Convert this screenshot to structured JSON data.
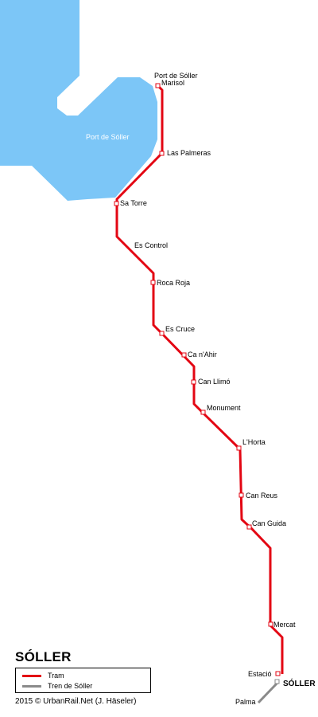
{
  "map": {
    "title": "SÓLLER",
    "water_label": "Port de Sóller",
    "terminal_label": "SÓLLER",
    "branch_destination": "Palma",
    "credit": "2015 © UrbanRail.Net (J. Häseler)",
    "colors": {
      "water": "#7cc6f7",
      "tram": "#e30613",
      "train": "#8a8a8a"
    }
  },
  "stations": [
    {
      "name_line1": "Port de Sóller",
      "name_line2": "Marisol"
    },
    {
      "name": "Las Palmeras"
    },
    {
      "name": "Sa Torre"
    },
    {
      "name": "Es Control"
    },
    {
      "name": "Roca Roja"
    },
    {
      "name": "Es Cruce"
    },
    {
      "name": "Ca n'Ahir"
    },
    {
      "name": "Can Llimó"
    },
    {
      "name": "Monument"
    },
    {
      "name": "L'Horta"
    },
    {
      "name": "Can Reus"
    },
    {
      "name": "Can Guida"
    },
    {
      "name": "Mercat"
    },
    {
      "name": "Estació"
    }
  ],
  "legend": [
    {
      "label": "Tram",
      "color": "#e30613"
    },
    {
      "label": "Tren de Sóller",
      "color": "#8a8a8a"
    }
  ]
}
